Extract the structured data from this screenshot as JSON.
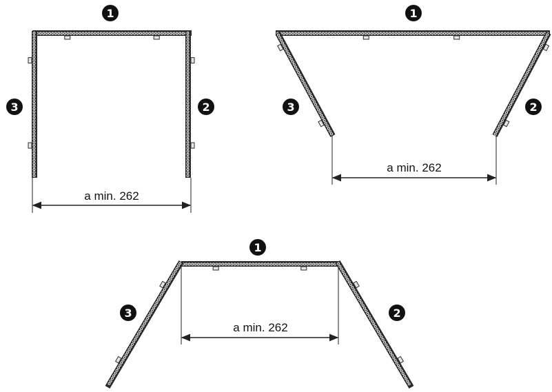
{
  "colors": {
    "segment": "#2b2b2b",
    "bead": "#ffffff",
    "clip": "#e6e6e6",
    "badge": "#111111",
    "line": "#222222"
  },
  "figures": [
    {
      "id": "square",
      "segments": [
        {
          "badge": "1"
        },
        {
          "badge": "2"
        },
        {
          "badge": "3"
        }
      ],
      "dimension_label": "a min. 262"
    },
    {
      "id": "trapezoid-wide",
      "segments": [
        {
          "badge": "1"
        },
        {
          "badge": "2"
        },
        {
          "badge": "3"
        }
      ],
      "dimension_label": "a min. 262"
    },
    {
      "id": "trapezoid-splayed",
      "segments": [
        {
          "badge": "1"
        },
        {
          "badge": "2"
        },
        {
          "badge": "3"
        }
      ],
      "dimension_label": "a min. 262"
    }
  ]
}
